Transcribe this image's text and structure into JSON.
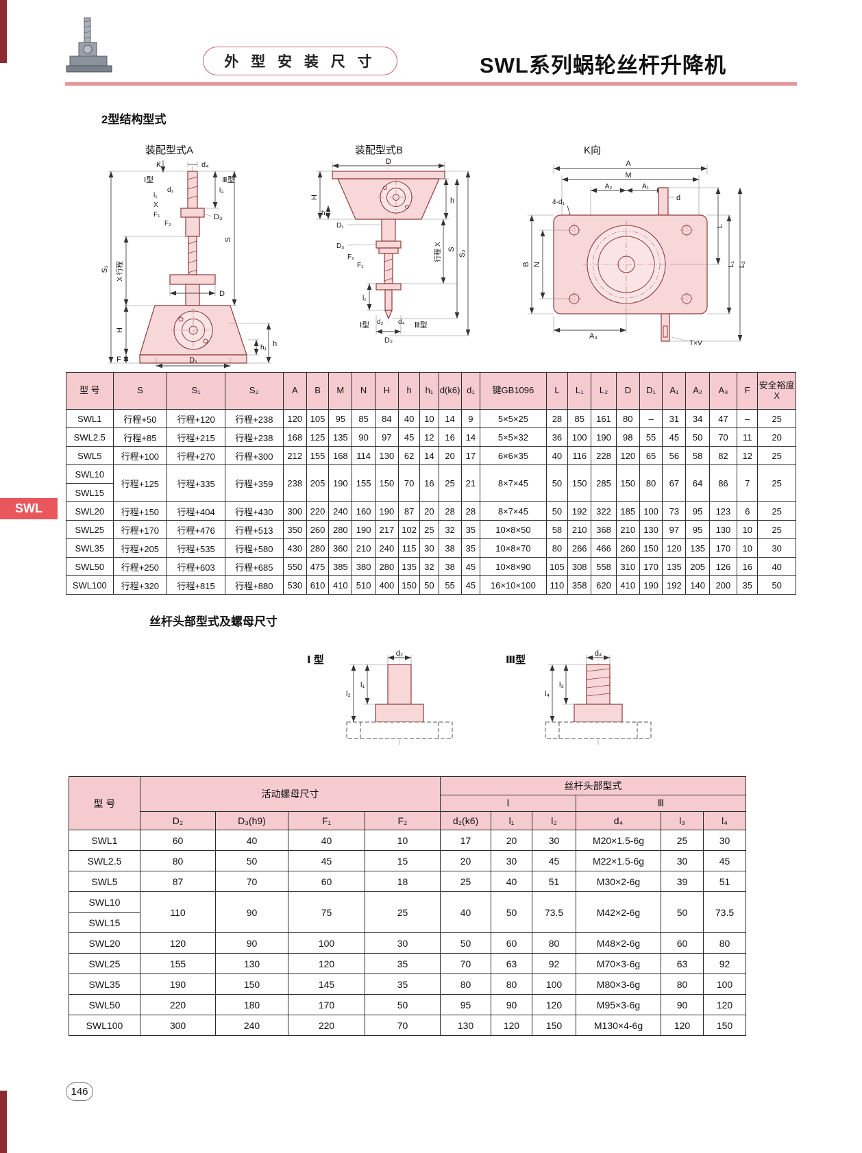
{
  "page": {
    "number": "146",
    "side_tab": "SWL"
  },
  "header": {
    "badge": "外 型 安 装 尺 寸",
    "title": "SWL系列蜗轮丝杆升降机"
  },
  "sections": {
    "structure": "2型结构型式",
    "screw_head": "丝杆头部型式及螺母尺寸"
  },
  "diagrams": {
    "a": {
      "caption": "装配型式A",
      "labels": {
        "K": "K",
        "d4": "d₄",
        "type1": "Ⅰ型",
        "type3": "Ⅲ型",
        "d2": "d₂",
        "l1": "l₁",
        "l3": "l₃",
        "X": "X",
        "F1": "F₁",
        "F2": "F₂",
        "D3": "D₃",
        "S": "S",
        "S1": "S₁",
        "stroke": "X 行程",
        "D": "D",
        "H": "H",
        "h1": "h₁",
        "h": "h",
        "F": "F",
        "D1": "D₁"
      }
    },
    "b": {
      "caption": "装配型式B",
      "labels": {
        "D": "D",
        "H": "H",
        "h1": "h₁",
        "h": "h",
        "D1": "D₁",
        "D3": "D₃",
        "F2": "F₂",
        "F1": "F₁",
        "stroke": "行程 X",
        "S": "S",
        "S2": "S₂",
        "l1": "l₁",
        "type1": "Ⅰ型",
        "d2": "d₂",
        "d4": "d₄",
        "type3": "Ⅲ型",
        "D2": "D₂"
      }
    },
    "k": {
      "caption": "K向",
      "labels": {
        "A": "A",
        "M": "M",
        "A2": "A₂",
        "A1": "A₁",
        "d1": "4-d₁",
        "d": "d",
        "B": "B",
        "N": "N",
        "L": "L",
        "L1": "L₁",
        "L2": "L₂",
        "A3": "A₃",
        "TV": "T×V"
      }
    },
    "head1": {
      "caption": "Ⅰ 型",
      "labels": {
        "d2": "d₂",
        "l1": "l₁",
        "l2": "l₂"
      }
    },
    "head3": {
      "caption": "Ⅲ型",
      "labels": {
        "d4": "d₄",
        "l3": "l₃",
        "l4": "l₄"
      }
    }
  },
  "table1": {
    "head": [
      [
        "型 号",
        "S",
        "S₁",
        "S₂",
        "A",
        "B",
        "M",
        "N",
        "H",
        "h",
        "h₁",
        "d(k6)",
        "d₁",
        "键GB1096",
        "L",
        "L₁",
        "L₂",
        "D",
        "D₁",
        "A₁",
        "A₂",
        "A₃",
        "F",
        "安全裕度X"
      ]
    ],
    "rows": [
      [
        "SWL1",
        "行程+50",
        "行程+120",
        "行程+238",
        "120",
        "105",
        "95",
        "85",
        "84",
        "40",
        "10",
        "14",
        "9",
        "5×5×25",
        "28",
        "85",
        "161",
        "80",
        "–",
        "31",
        "34",
        "47",
        "–",
        "25"
      ],
      [
        "SWL2.5",
        "行程+85",
        "行程+215",
        "行程+238",
        "168",
        "125",
        "135",
        "90",
        "97",
        "45",
        "12",
        "16",
        "14",
        "5×5×32",
        "36",
        "100",
        "190",
        "98",
        "55",
        "45",
        "50",
        "70",
        "11",
        "20"
      ],
      [
        "SWL5",
        "行程+100",
        "行程+270",
        "行程+300",
        "212",
        "155",
        "168",
        "114",
        "130",
        "62",
        "14",
        "20",
        "17",
        "6×6×35",
        "40",
        "116",
        "228",
        "120",
        "65",
        "56",
        "58",
        "82",
        "12",
        "25"
      ],
      [
        "SWL10",
        {
          "t": "行程+125",
          "rs": 2
        },
        {
          "t": "行程+335",
          "rs": 2
        },
        {
          "t": "行程+359",
          "rs": 2
        },
        {
          "t": "238",
          "rs": 2
        },
        {
          "t": "205",
          "rs": 2
        },
        {
          "t": "190",
          "rs": 2
        },
        {
          "t": "155",
          "rs": 2
        },
        {
          "t": "150",
          "rs": 2
        },
        {
          "t": "70",
          "rs": 2
        },
        {
          "t": "16",
          "rs": 2
        },
        {
          "t": "25",
          "rs": 2
        },
        {
          "t": "21",
          "rs": 2
        },
        {
          "t": "8×7×45",
          "rs": 2
        },
        {
          "t": "50",
          "rs": 2
        },
        {
          "t": "150",
          "rs": 2
        },
        {
          "t": "285",
          "rs": 2
        },
        {
          "t": "150",
          "rs": 2
        },
        {
          "t": "80",
          "rs": 2
        },
        {
          "t": "67",
          "rs": 2
        },
        {
          "t": "64",
          "rs": 2
        },
        {
          "t": "86",
          "rs": 2
        },
        {
          "t": "7",
          "rs": 2
        },
        {
          "t": "25",
          "rs": 2
        }
      ],
      [
        "SWL15"
      ],
      [
        "SWL20",
        "行程+150",
        "行程+404",
        "行程+430",
        "300",
        "220",
        "240",
        "160",
        "190",
        "87",
        "20",
        "28",
        "28",
        "8×7×45",
        "50",
        "192",
        "322",
        "185",
        "100",
        "73",
        "95",
        "123",
        "6",
        "25"
      ],
      [
        "SWL25",
        "行程+170",
        "行程+476",
        "行程+513",
        "350",
        "260",
        "280",
        "190",
        "217",
        "102",
        "25",
        "32",
        "35",
        "10×8×50",
        "58",
        "210",
        "368",
        "210",
        "130",
        "97",
        "95",
        "130",
        "10",
        "25"
      ],
      [
        "SWL35",
        "行程+205",
        "行程+535",
        "行程+580",
        "430",
        "280",
        "360",
        "210",
        "240",
        "115",
        "30",
        "38",
        "35",
        "10×8×70",
        "80",
        "266",
        "466",
        "260",
        "150",
        "120",
        "135",
        "170",
        "10",
        "30"
      ],
      [
        "SWL50",
        "行程+250",
        "行程+603",
        "行程+685",
        "550",
        "475",
        "385",
        "380",
        "280",
        "135",
        "32",
        "38",
        "45",
        "10×8×90",
        "105",
        "308",
        "558",
        "310",
        "170",
        "135",
        "205",
        "126",
        "16",
        "40"
      ],
      [
        "SWL100",
        "行程+320",
        "行程+815",
        "行程+880",
        "530",
        "610",
        "410",
        "510",
        "400",
        "150",
        "50",
        "55",
        "45",
        "16×10×100",
        "110",
        "358",
        "620",
        "410",
        "190",
        "192",
        "140",
        "200",
        "35",
        "50"
      ]
    ]
  },
  "table2": {
    "head": [
      [
        {
          "t": "型 号",
          "rs": 3
        },
        {
          "t": "活动螺母尺寸",
          "cs": 4,
          "rs": 2
        },
        {
          "t": "丝杆头部型式",
          "cs": 6
        }
      ],
      [
        {
          "t": "Ⅰ",
          "cs": 3
        },
        {
          "t": "Ⅲ",
          "cs": 3
        }
      ],
      [
        "D₂",
        "D₃(h9)",
        "F₁",
        "F₂",
        "d₂(k6)",
        "l₁",
        "l₂",
        "d₄",
        "l₃",
        "l₄"
      ]
    ],
    "rows": [
      [
        "SWL1",
        "60",
        "40",
        "40",
        "10",
        "17",
        "20",
        "30",
        "M20×1.5-6g",
        "25",
        "30"
      ],
      [
        "SWL2.5",
        "80",
        "50",
        "45",
        "15",
        "20",
        "30",
        "45",
        "M22×1.5-6g",
        "30",
        "45"
      ],
      [
        "SWL5",
        "87",
        "70",
        "60",
        "18",
        "25",
        "40",
        "51",
        "M30×2-6g",
        "39",
        "51"
      ],
      [
        "SWL10",
        {
          "t": "110",
          "rs": 2
        },
        {
          "t": "90",
          "rs": 2
        },
        {
          "t": "75",
          "rs": 2
        },
        {
          "t": "25",
          "rs": 2
        },
        {
          "t": "40",
          "rs": 2
        },
        {
          "t": "50",
          "rs": 2
        },
        {
          "t": "73.5",
          "rs": 2
        },
        {
          "t": "M42×2-6g",
          "rs": 2
        },
        {
          "t": "50",
          "rs": 2
        },
        {
          "t": "73.5",
          "rs": 2
        }
      ],
      [
        "SWL15"
      ],
      [
        "SWL20",
        "120",
        "90",
        "100",
        "30",
        "50",
        "60",
        "80",
        "M48×2-6g",
        "60",
        "80"
      ],
      [
        "SWL25",
        "155",
        "130",
        "120",
        "35",
        "70",
        "63",
        "92",
        "M70×3-6g",
        "63",
        "92"
      ],
      [
        "SWL35",
        "190",
        "150",
        "145",
        "35",
        "80",
        "80",
        "100",
        "M80×3-6g",
        "80",
        "100"
      ],
      [
        "SWL50",
        "220",
        "180",
        "170",
        "50",
        "95",
        "90",
        "120",
        "M95×3-6g",
        "90",
        "120"
      ],
      [
        "SWL100",
        "300",
        "240",
        "220",
        "70",
        "130",
        "120",
        "150",
        "M130×4-6g",
        "120",
        "150"
      ]
    ]
  }
}
